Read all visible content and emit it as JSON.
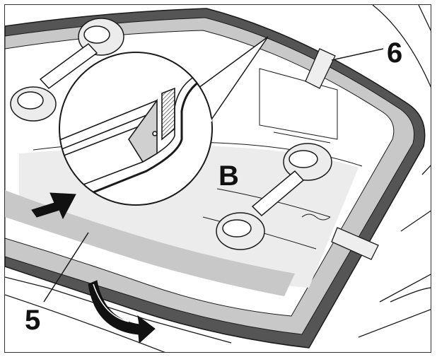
{
  "callouts": {
    "label_6": "6",
    "label_5": "5",
    "label_b": "B"
  },
  "colors": {
    "glass_gray": "#c8c8c8",
    "seal_dark": "#555555",
    "line": "#1a1a1a",
    "panel_gray": "#e6e6e6",
    "tape_light": "#eeeeee"
  },
  "icons": [
    "suction-cup-lifter-icon",
    "push-arrow-icon",
    "curved-arrow-icon",
    "adhesive-tape-icon",
    "detail-magnifier-icon"
  ]
}
